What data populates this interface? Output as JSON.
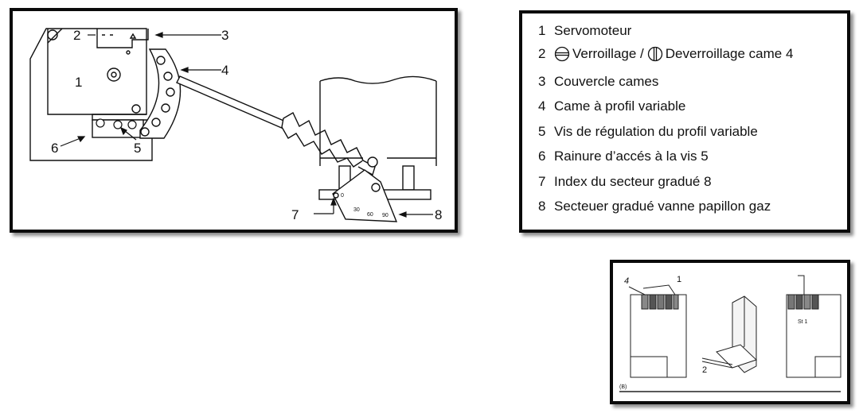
{
  "diagram": {
    "labels": {
      "n1": "1",
      "n2": "2",
      "n3": "3",
      "n4": "4",
      "n5": "5",
      "n6": "6",
      "n7": "7",
      "n8": "8",
      "scale_0": "0",
      "scale_30": "30",
      "scale_60": "60",
      "scale_90": "90"
    }
  },
  "legend": {
    "items": [
      {
        "num": "1",
        "text": "Servomoteur"
      },
      {
        "num": "2",
        "lock": "Verroillage /",
        "unlock": "Deverroillage came 4"
      },
      {
        "num": "3",
        "text": "Couvercle cames"
      },
      {
        "num": "4",
        "text": "Came à profil variable"
      },
      {
        "num": "5",
        "text": "Vis de régulation du profil variable"
      },
      {
        "num": "6",
        "text": "Rainure d’accés à la vis 5"
      },
      {
        "num": "7",
        "text": "Index du secteur gradué 8"
      },
      {
        "num": "8",
        "text": "Secteuer gradué vanne papillon gaz"
      }
    ],
    "icons": [
      "lock-circle-icon",
      "unlock-circle-icon"
    ]
  },
  "inset": {
    "label_1": "1",
    "label_2": "2",
    "label_4": "4",
    "label_st": "St 1",
    "caption": "(B)"
  }
}
